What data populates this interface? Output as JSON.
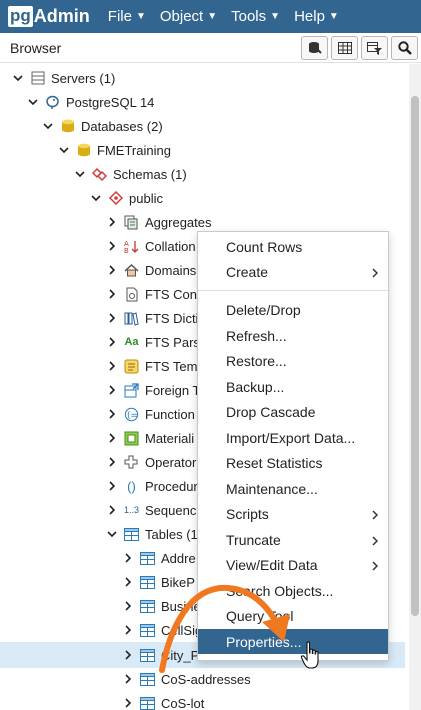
{
  "nav": {
    "logo_pg": "pg",
    "logo_admin": "Admin",
    "menus": [
      "File",
      "Object",
      "Tools",
      "Help"
    ]
  },
  "browser": {
    "title": "Browser"
  },
  "tree": [
    {
      "label": "Servers (1)",
      "icon": "servers-icon"
    },
    {
      "label": "PostgreSQL 14",
      "icon": "postgres-elephant-icon"
    },
    {
      "label": "Databases (2)",
      "icon": "databases-icon"
    },
    {
      "label": "FMETraining",
      "icon": "database-icon"
    },
    {
      "label": "Schemas (1)",
      "icon": "schemas-icon"
    },
    {
      "label": "public",
      "icon": "schema-icon"
    },
    {
      "label": "Aggregates",
      "icon": "aggregates-icon"
    },
    {
      "label": "Collation",
      "icon": "collation-icon"
    },
    {
      "label": "Domains",
      "icon": "domains-icon"
    },
    {
      "label": "FTS Con",
      "icon": "fts-config-icon"
    },
    {
      "label": "FTS Dicti",
      "icon": "fts-dictionary-icon"
    },
    {
      "label": "FTS Pars",
      "icon": "fts-parser-icon"
    },
    {
      "label": "FTS Tem",
      "icon": "fts-template-icon"
    },
    {
      "label": "Foreign T",
      "icon": "foreign-table-icon"
    },
    {
      "label": "Function",
      "icon": "function-icon"
    },
    {
      "label": "Materiali",
      "icon": "materialized-view-icon"
    },
    {
      "label": "Operator",
      "icon": "operator-icon"
    },
    {
      "label": "Procedur",
      "icon": "procedure-icon"
    },
    {
      "label": "Sequenc",
      "icon": "sequence-icon"
    },
    {
      "label": "Tables (1",
      "icon": "tables-icon"
    },
    {
      "label": "Addre",
      "icon": "table-icon"
    },
    {
      "label": "BikeP",
      "icon": "table-icon"
    },
    {
      "label": "Busine",
      "icon": "table-icon"
    },
    {
      "label": "CellSig",
      "icon": "table-icon"
    },
    {
      "label": "City_P",
      "icon": "table-icon"
    },
    {
      "label": "CoS-addresses",
      "icon": "table-icon"
    },
    {
      "label": "CoS-lot",
      "icon": "table-icon"
    }
  ],
  "context_menu": {
    "items": [
      "Count Rows",
      "Create",
      "Delete/Drop",
      "Refresh...",
      "Restore...",
      "Backup...",
      "Drop Cascade",
      "Import/Export Data...",
      "Reset Statistics",
      "Maintenance...",
      "Scripts",
      "Truncate",
      "View/Edit Data",
      "Search Objects...",
      "Query Tool",
      "Properties..."
    ]
  },
  "colors": {
    "navbar": "#326690",
    "menu_highlight": "#326690",
    "selection": "#d8eaf7",
    "annotation_arrow": "#f07820"
  }
}
